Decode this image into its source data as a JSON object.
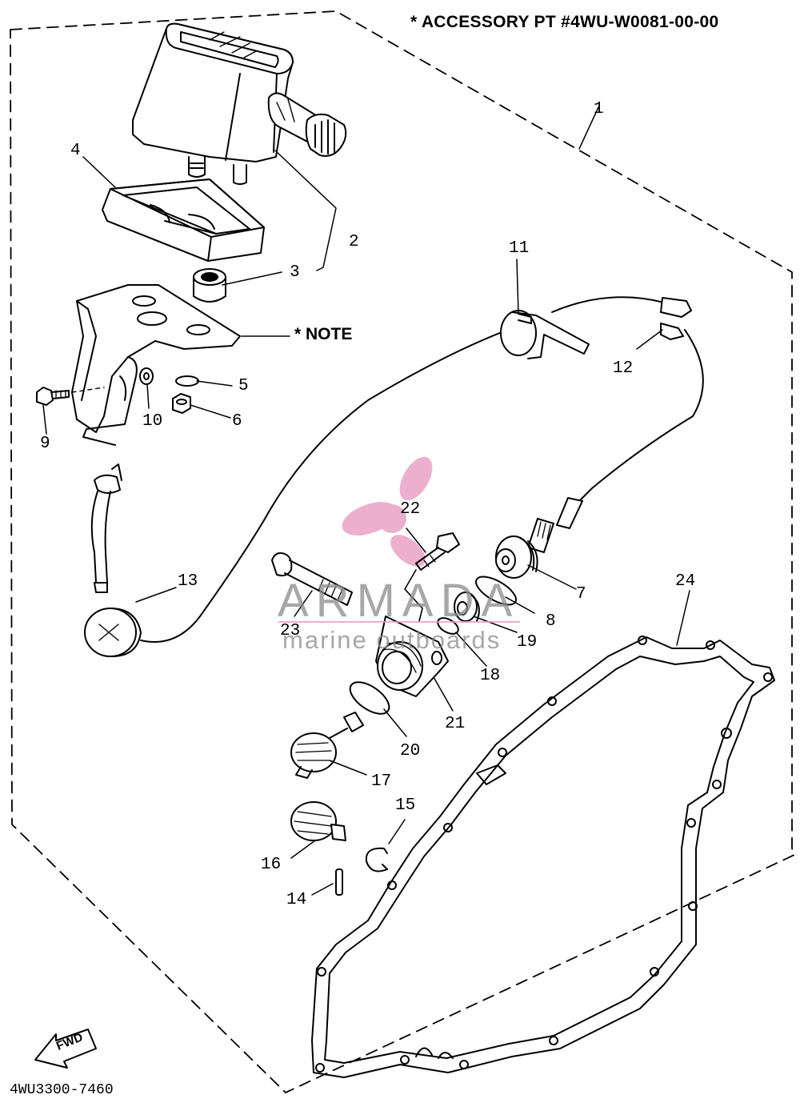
{
  "header": {
    "accessory_text": "* ACCESSORY PT #4WU-W0081-00-00"
  },
  "note_text": "* NOTE",
  "diagram_code": "4WU3300-7460",
  "fwd_label": "FWD",
  "watermark": {
    "title": "ARMADA",
    "subtitle": "marine outboards"
  },
  "callouts": {
    "c1": "1",
    "c2": "2",
    "c3": "3",
    "c4": "4",
    "c5": "5",
    "c6": "6",
    "c7": "7",
    "c8": "8",
    "c9": "9",
    "c10": "10",
    "c11": "11",
    "c12": "12",
    "c13": "13",
    "c14": "14",
    "c15": "15",
    "c16": "16",
    "c17": "17",
    "c18": "18",
    "c19": "19",
    "c20": "20",
    "c21": "21",
    "c22": "22",
    "c23": "23",
    "c24": "24"
  }
}
